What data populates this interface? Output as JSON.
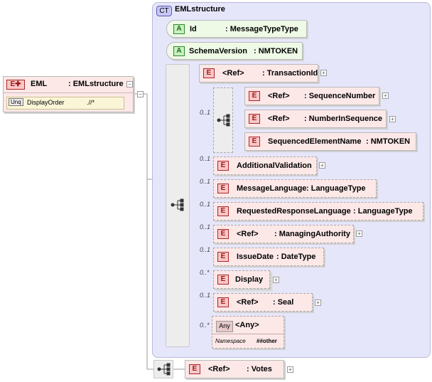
{
  "root": {
    "badge": "E",
    "name": "EML",
    "type": ": EMLstructure",
    "attribute": {
      "badge": "Unq",
      "name": "DisplayOrder",
      "value": ".//*"
    }
  },
  "complex_type": {
    "badge": "CT",
    "name": "EMLstructure"
  },
  "attributes": [
    {
      "badge": "A",
      "name": "Id",
      "type": ": MessageTypeType"
    },
    {
      "badge": "A",
      "name": "SchemaVersion",
      "type": ": NMTOKEN"
    }
  ],
  "elements": [
    {
      "badge": "E",
      "name": "<Ref>",
      "type": ": TransactionId",
      "card": "",
      "expandable": true
    },
    {
      "badge": "E",
      "name": "<Ref>",
      "type": ": SequenceNumber",
      "card": "",
      "expandable": true
    },
    {
      "badge": "E",
      "name": "<Ref>",
      "type": ": NumberInSequence",
      "card": "",
      "expandable": true
    },
    {
      "badge": "E",
      "name": "SequencedElementName",
      "type": ": NMTOKEN",
      "card": "",
      "expandable": false
    },
    {
      "badge": "E",
      "name": "AdditionalValidation",
      "type": "",
      "card": "0..1",
      "expandable": true
    },
    {
      "badge": "E",
      "name": "MessageLanguage",
      "type": ": LanguageType",
      "card": "0..1",
      "expandable": false
    },
    {
      "badge": "E",
      "name": "RequestedResponseLanguage",
      "type": ": LanguageType",
      "card": "0..1",
      "expandable": false
    },
    {
      "badge": "E",
      "name": "<Ref>",
      "type": ": ManagingAuthority",
      "card": "0..1",
      "expandable": true
    },
    {
      "badge": "E",
      "name": "IssueDate",
      "type": ": DateType",
      "card": "0..1",
      "expandable": false
    },
    {
      "badge": "E",
      "name": "Display",
      "type": "",
      "card": "0..*",
      "expandable": true
    },
    {
      "badge": "E",
      "name": "<Ref>",
      "type": ": Seal",
      "card": "0..1",
      "expandable": true
    },
    {
      "badge": "E",
      "name": "<Ref>",
      "type": ": Votes",
      "card": "",
      "expandable": true
    }
  ],
  "group_card": "0..1",
  "any": {
    "badge": "Any",
    "name": "<Any>",
    "card": "0..*",
    "ns_label": "Namespace",
    "ns_value": "##other"
  },
  "colors": {
    "element_fill": "#fde8e8",
    "attr_fill": "#eefae6",
    "ct_fill": "#e6e6fb"
  }
}
